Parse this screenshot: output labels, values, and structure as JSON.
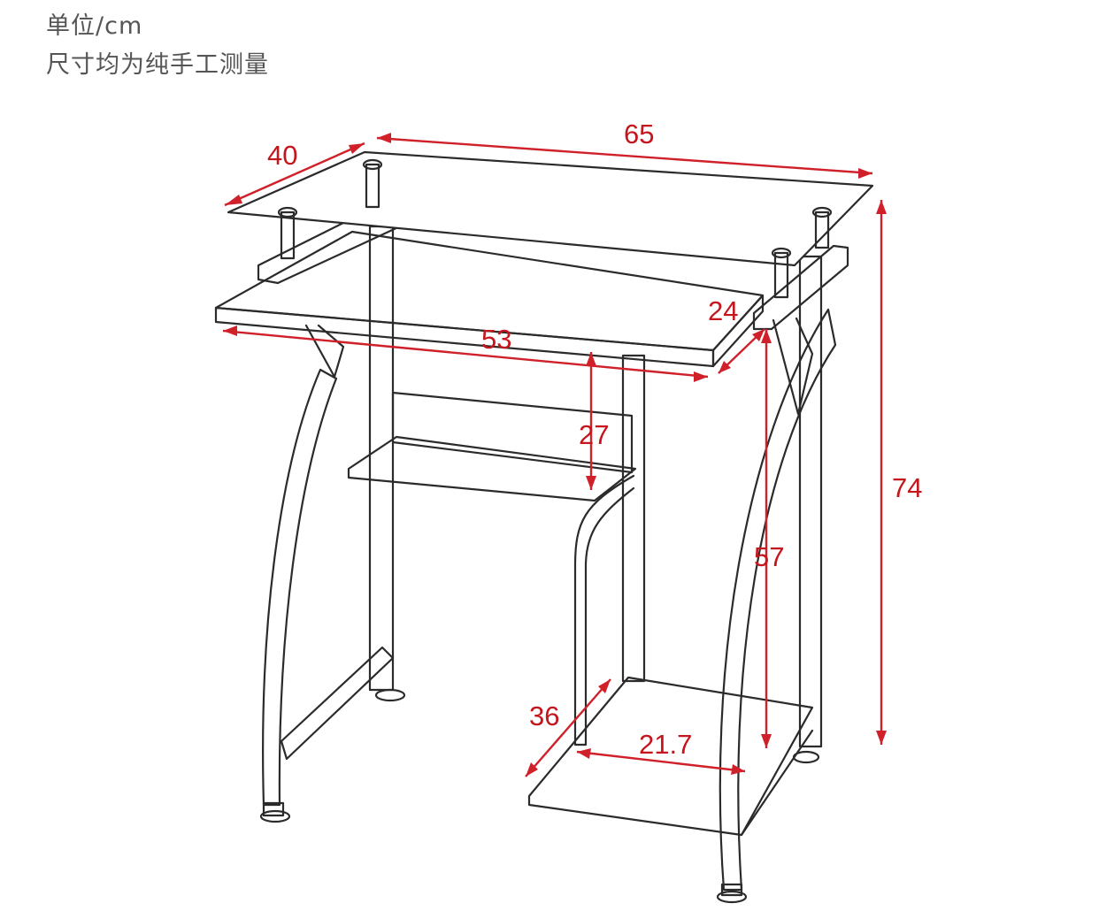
{
  "header": {
    "unit": "单位/cm",
    "note": "尺寸均为纯手工测量"
  },
  "dimensions": {
    "top_depth": "40",
    "top_width": "65",
    "height_total": "74",
    "keyboard_width": "53",
    "keyboard_depth": "24",
    "shelf_gap": "27",
    "lower_height": "57",
    "base_depth": "36",
    "base_width": "21.7"
  },
  "colors": {
    "dimension": "#d0202a",
    "outline": "#2b2b2b",
    "header_text": "#555555"
  }
}
